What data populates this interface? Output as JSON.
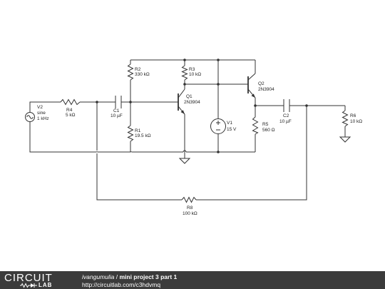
{
  "diagram": {
    "components": {
      "V2": {
        "ref": "V2",
        "line1": "sine",
        "line2": "1 kHz"
      },
      "R4": {
        "ref": "R4",
        "value": "5 kΩ"
      },
      "C1": {
        "ref": "C1",
        "value": "10 µF"
      },
      "R2": {
        "ref": "R2",
        "value": "330 kΩ"
      },
      "R1": {
        "ref": "R1",
        "value": "19.5 kΩ"
      },
      "R3": {
        "ref": "R3",
        "value": "10 kΩ"
      },
      "Q1": {
        "ref": "Q1",
        "value": "2N3904"
      },
      "Q2": {
        "ref": "Q2",
        "value": "2N3904"
      },
      "V1": {
        "ref": "V1",
        "value": "15 V"
      },
      "R5": {
        "ref": "R5",
        "value": "560 Ω"
      },
      "C2": {
        "ref": "C2",
        "value": "10 µF"
      },
      "R6": {
        "ref": "R6",
        "value": "10 kΩ"
      },
      "R8": {
        "ref": "R8",
        "value": "100 kΩ"
      }
    }
  },
  "footer": {
    "logo_word": "CIRCUIT",
    "logo_lab": "LAB",
    "author": "ivangumulia",
    "separator": " / ",
    "title": "mini project 3 part 1",
    "url": "http://circuitlab.com/c3hdvmq"
  }
}
